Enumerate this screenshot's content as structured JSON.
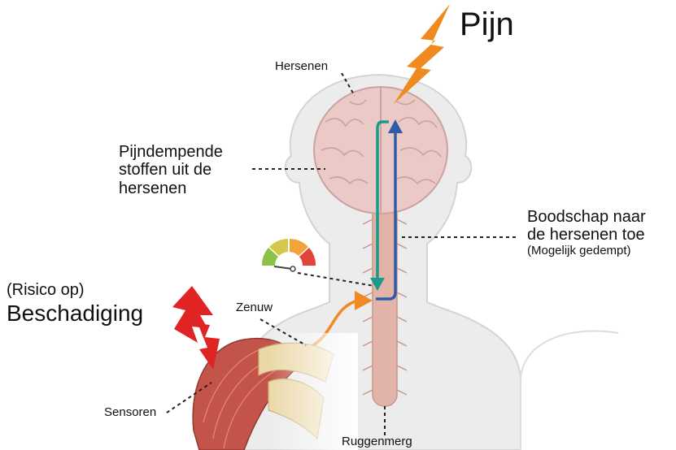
{
  "labels": {
    "pain": "Pijn",
    "brain": "Hersenen",
    "pain_relief": [
      "Pijndempende",
      "stoffen uit de",
      "hersenen"
    ],
    "message": [
      "Boodschap naar",
      "de hersenen toe"
    ],
    "message_note": "(Mogelijk gedempt)",
    "damage_risk": "(Risico op)",
    "damage": "Beschadiging",
    "nerve": "Zenuw",
    "sensors": "Sensoren",
    "spinal_cord": "Ruggenmerg"
  },
  "icons": {
    "pain_bolt": "lightning-bolt-icon",
    "damage_bolt": "lightning-bolt-icon",
    "gauge": "intensity-gauge-icon"
  },
  "colors": {
    "pain_bolt": "#EE8A1E",
    "damage_bolt": "#E02424",
    "descending_path": "#1A9A8A",
    "ascending_path": "#2F5CA8",
    "nerve_path": "#F08A22",
    "brain": "#EBC9C7",
    "spinal_cord": "#E2B3A8",
    "body": "#ECECEC",
    "muscle": "#C4544A"
  },
  "gauge_colors": [
    "#8BC34A",
    "#D6C84A",
    "#F2A33A",
    "#E0453A"
  ]
}
